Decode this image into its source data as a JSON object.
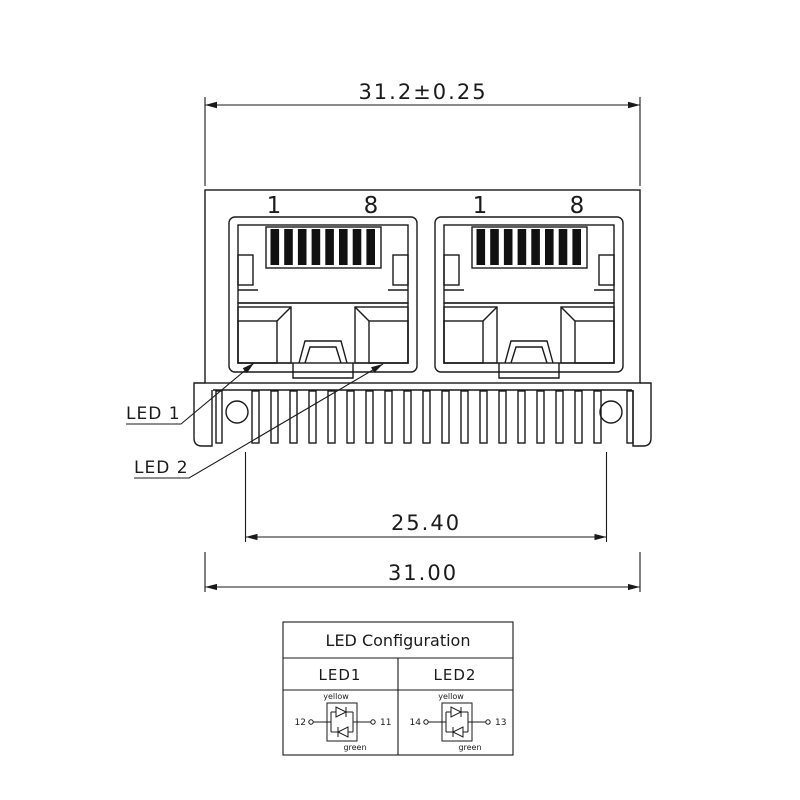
{
  "dimensions": {
    "top_width": "31.2±0.25",
    "pin_span": "25.40",
    "overall_width": "31.00"
  },
  "ports": {
    "left": {
      "first_pin": "1",
      "last_pin": "8"
    },
    "right": {
      "first_pin": "1",
      "last_pin": "8"
    }
  },
  "leaders": {
    "led1": "LED 1",
    "led2": "LED 2"
  },
  "led_table": {
    "title": "LED Configuration",
    "columns": [
      {
        "header": "LED1",
        "left_pin": "12",
        "right_pin": "11",
        "top_color": "yellow",
        "bottom_color": "green"
      },
      {
        "header": "LED2",
        "left_pin": "14",
        "right_pin": "13",
        "top_color": "yellow",
        "bottom_color": "green"
      }
    ]
  },
  "colors": {
    "line": "#1a1a1a",
    "background": "#ffffff"
  }
}
